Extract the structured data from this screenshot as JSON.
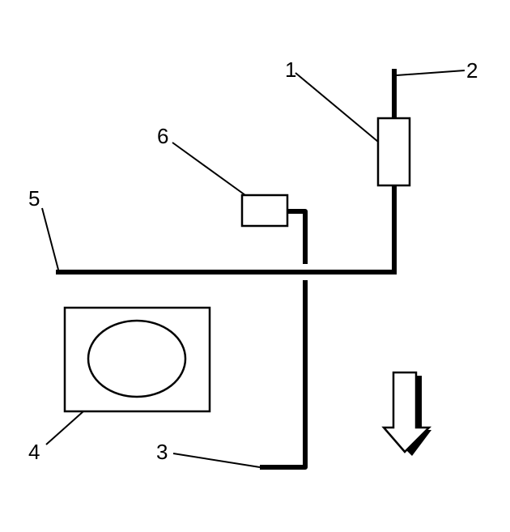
{
  "callouts": {
    "c1": "1",
    "c2": "2",
    "c3": "3",
    "c4": "4",
    "c5": "5",
    "c6": "6"
  },
  "colors": {
    "line": "#000000",
    "background": "#ffffff"
  },
  "icons": {
    "direction_arrow": "down-arrow-icon"
  }
}
